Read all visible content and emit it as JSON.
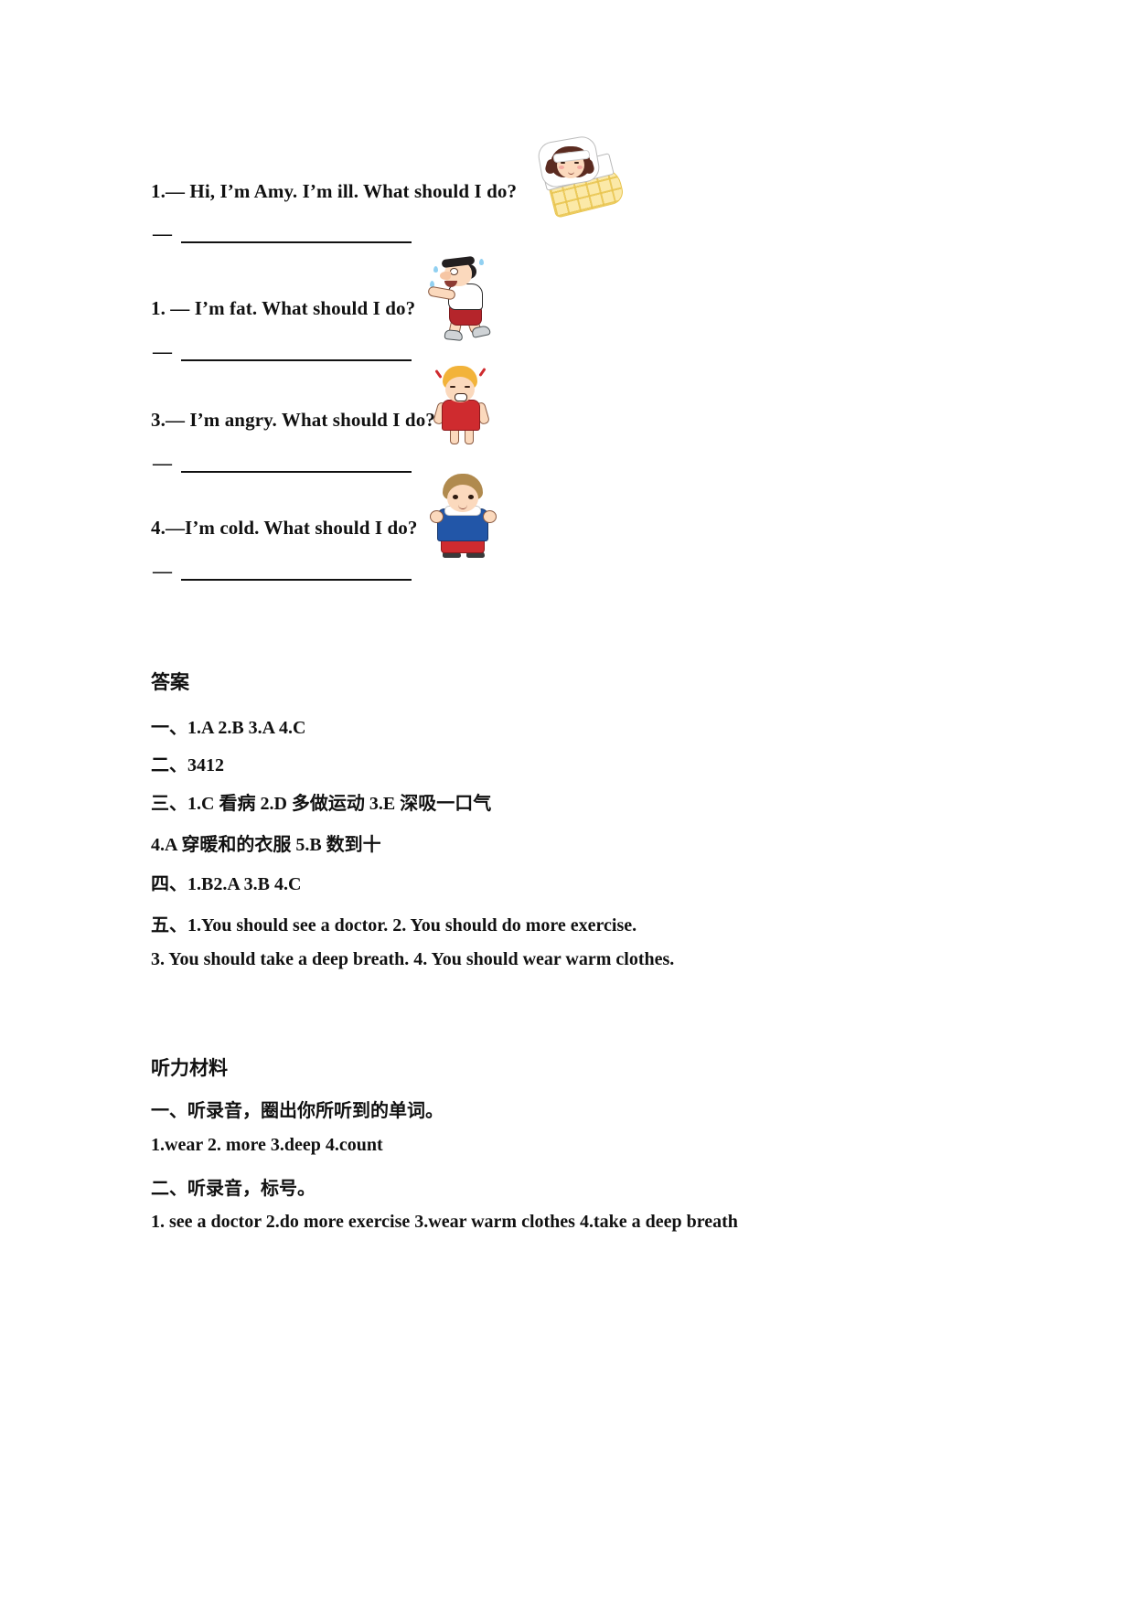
{
  "document": {
    "type": "worksheet-answer-key",
    "language": "en-zh"
  },
  "exercise": {
    "items": [
      {
        "prompt": "1.— Hi, I’m Amy. I’m ill. What should I do?",
        "answer_dash": "—",
        "answer_blank": "",
        "illustration": "sick-girl-in-bed"
      },
      {
        "prompt": "1. — I’m fat. What should I do?",
        "answer_dash": "—",
        "answer_blank": "",
        "illustration": "running-man"
      },
      {
        "prompt": "3.— I’m angry. What should I do?",
        "answer_dash": "—",
        "answer_blank": "",
        "illustration": "angry-girl"
      },
      {
        "prompt": "4.—I’m cold. What should I do?",
        "answer_dash": "—",
        "answer_blank": "",
        "illustration": "cold-boy"
      }
    ]
  },
  "answer_key": {
    "heading": "答案",
    "lines": [
      "一、1.A 2.B 3.A 4.C",
      "二、3412",
      "三、1.C 看病  2.D 多做运动  3.E 深吸一口气",
      "4.A 穿暖和的衣服 5.B 数到十",
      "四、1.B2.A 3.B 4.C",
      "五、1.You should see a doctor. 2. You should do more exercise.",
      "3. You should take a deep breath.  4. You should wear warm clothes."
    ]
  },
  "listening_material": {
    "heading": "听力材料",
    "sections": [
      {
        "instruction": "一、听录音，圈出你所听到的单词。",
        "content": "1.wear   2. more  3.deep  4.count"
      },
      {
        "instruction": "二、听录音，标号。",
        "content": "1. see a doctor  2.do more exercise  3.wear warm clothes  4.take a deep breath"
      }
    ]
  },
  "colors": {
    "text": "#111111",
    "page_background": "#ffffff",
    "blanket_yellow": "#fbe9a8",
    "shorts_red": "#b5252b",
    "dress_red": "#cf2b2f",
    "coat_blue": "#2256a8",
    "hair_blonde": "#f2b33a",
    "hair_brown": "#5b2b20"
  }
}
